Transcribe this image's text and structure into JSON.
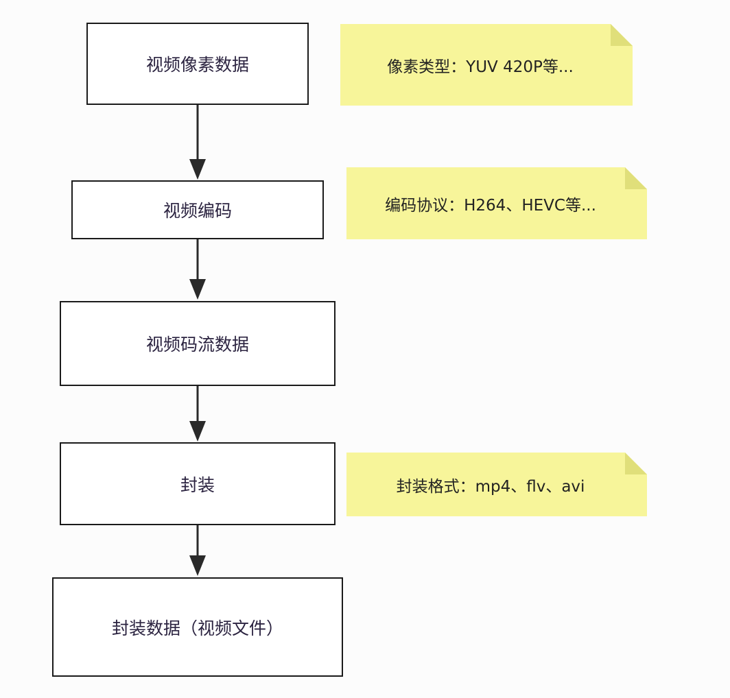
{
  "colors": {
    "box_border": "#1a1a1a",
    "box_text": "#2b2340",
    "note_fill": "#f7f59a",
    "note_fold": "#e0df7a",
    "arrow": "#2a2a2a"
  },
  "flow": {
    "steps": [
      {
        "label": "视频像素数据"
      },
      {
        "label": "视频编码"
      },
      {
        "label": "视频码流数据"
      },
      {
        "label": "封装"
      },
      {
        "label": "封装数据（视频文件）"
      }
    ]
  },
  "notes": [
    {
      "text": "像素类型：YUV 420P等..."
    },
    {
      "text": "编码协议：H264、HEVC等..."
    },
    {
      "text": "封装格式：mp4、flv、avi"
    }
  ]
}
